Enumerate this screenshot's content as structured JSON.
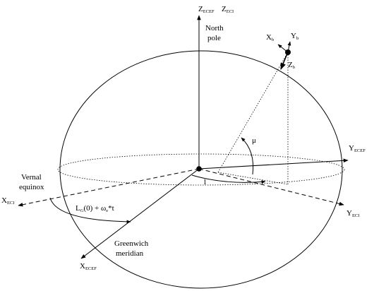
{
  "diagram": {
    "axes": {
      "z_ecef": {
        "main": "Z",
        "sub": "ECEF"
      },
      "z_eci": {
        "main": "Z",
        "sub": "ECI"
      },
      "y_ecef": {
        "main": "Y",
        "sub": "ECEF"
      },
      "y_eci": {
        "main": "Y",
        "sub": "ECI"
      },
      "x_eci": {
        "main": "X",
        "sub": "ECI"
      },
      "x_ecef": {
        "main": "X",
        "sub": "ECEF"
      }
    },
    "body_frame": {
      "x_b": {
        "main": "X",
        "sub": "b"
      },
      "y_b": {
        "main": "Y",
        "sub": "b"
      },
      "z_b": {
        "main": "Z",
        "sub": "b"
      }
    },
    "north_pole": [
      "North",
      "pole"
    ],
    "vernal_equinox": [
      "Vernal",
      "equinox"
    ],
    "greenwich_meridian": [
      "Greenwich",
      "meridian"
    ],
    "angles": {
      "mu": "μ",
      "l": "l"
    },
    "rotation_formula": {
      "part1": "L",
      "part1_sub": "G",
      "part2": "(0) + ω",
      "part2_sub": "e",
      "part3": "*t"
    },
    "colors": {
      "line": "#000000",
      "background": "#ffffff"
    }
  }
}
